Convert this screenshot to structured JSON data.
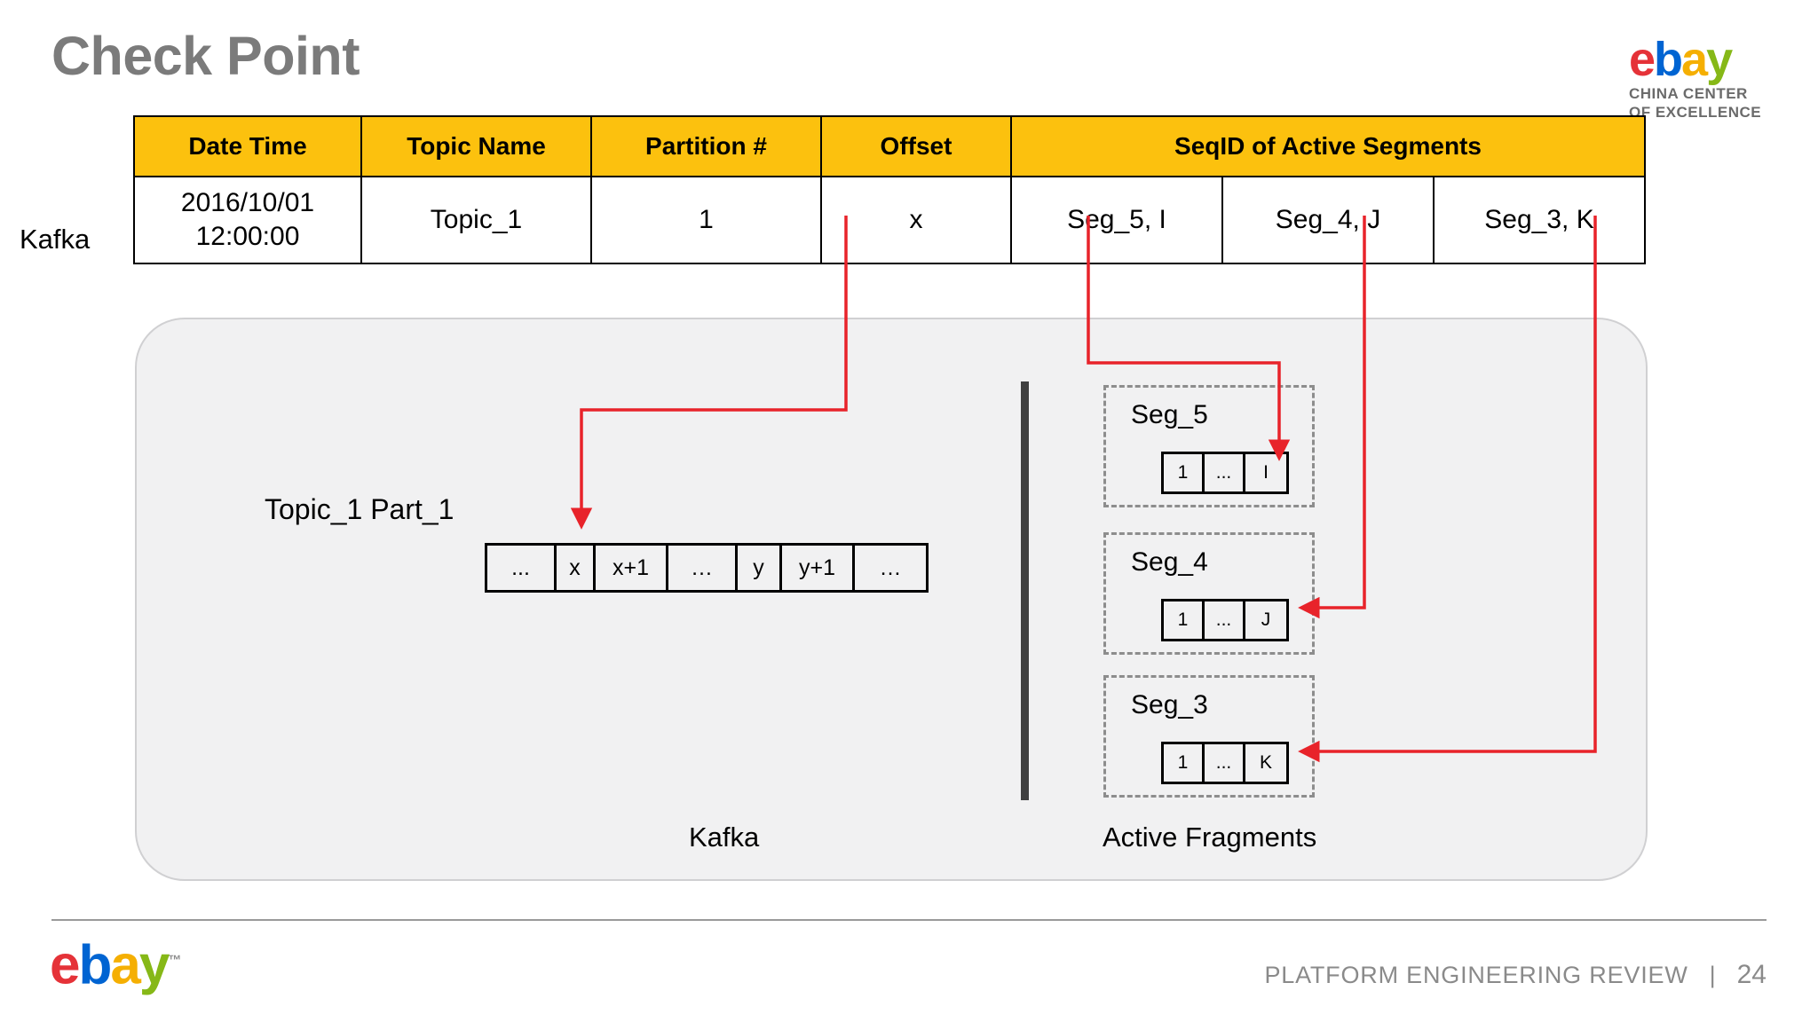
{
  "slide": {
    "title": "Check Point",
    "row_label": "Kafka"
  },
  "brand": {
    "ebay_e": "e",
    "ebay_b": "b",
    "ebay_a": "a",
    "ebay_y": "y",
    "ccoe_line1": "CHINA CENTER",
    "ccoe_line2": "OF EXCELLENCE",
    "trademark": "™",
    "colors": {
      "e": "#e53238",
      "b": "#0064d2",
      "a": "#f5af02",
      "y": "#86b817",
      "header_amber": "#fcc10e",
      "arrow_red": "#e8232a",
      "panel_gray": "#f1f1f2",
      "title_gray": "#7b7b7b"
    }
  },
  "checkpoint_table": {
    "headers": [
      "Date Time",
      "Topic Name",
      "Partition #",
      "Offset",
      "SeqID of Active Segments"
    ],
    "row": {
      "date_line1": "2016/10/01",
      "date_line2": "12:00:00",
      "topic_name": "Topic_1",
      "partition": "1",
      "offset": "x",
      "segments": [
        "Seg_5, I",
        "Seg_4, J",
        "Seg_3, K"
      ]
    }
  },
  "diagram": {
    "partition_label": "Topic_1 Part_1",
    "partition_cells": [
      "...",
      "x",
      "x+1",
      "…",
      "y",
      "y+1",
      "…"
    ],
    "segments": [
      {
        "title": "Seg_5",
        "cells": [
          "1",
          "...",
          "I"
        ]
      },
      {
        "title": "Seg_4",
        "cells": [
          "1",
          "...",
          "J"
        ]
      },
      {
        "title": "Seg_3",
        "cells": [
          "1",
          "...",
          "K"
        ]
      }
    ],
    "caption_left": "Kafka",
    "caption_right": "Active Fragments"
  },
  "footer": {
    "text": "PLATFORM ENGINEERING REVIEW",
    "separator": "|",
    "page": "24"
  }
}
